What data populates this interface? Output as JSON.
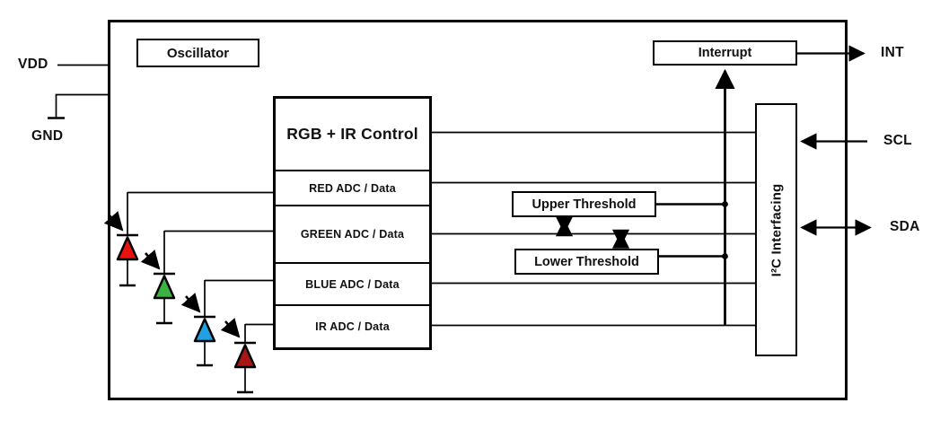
{
  "pins": {
    "vdd": "VDD",
    "gnd": "GND",
    "int": "INT",
    "scl": "SCL",
    "sda": "SDA"
  },
  "blocks": {
    "oscillator": "Oscillator",
    "control": "RGB + IR Control",
    "adc_rows": [
      {
        "label": "RED ADC / Data"
      },
      {
        "label": "GREEN ADC / Data"
      },
      {
        "label": "BLUE ADC / Data"
      },
      {
        "label": "IR ADC / Data"
      }
    ],
    "upper_threshold": "Upper Threshold",
    "lower_threshold": "Lower Threshold",
    "interrupt": "Interrupt",
    "i2c": "I²C Interfacing"
  },
  "diodes": [
    {
      "name": "red photodiode",
      "color": "#e8120f"
    },
    {
      "name": "green photodiode",
      "color": "#3cb341"
    },
    {
      "name": "blue photodiode",
      "color": "#21a0e2"
    },
    {
      "name": "ir photodiode",
      "color": "#a81616"
    }
  ],
  "colors": {
    "wire": "#000000",
    "background": "#ffffff"
  }
}
